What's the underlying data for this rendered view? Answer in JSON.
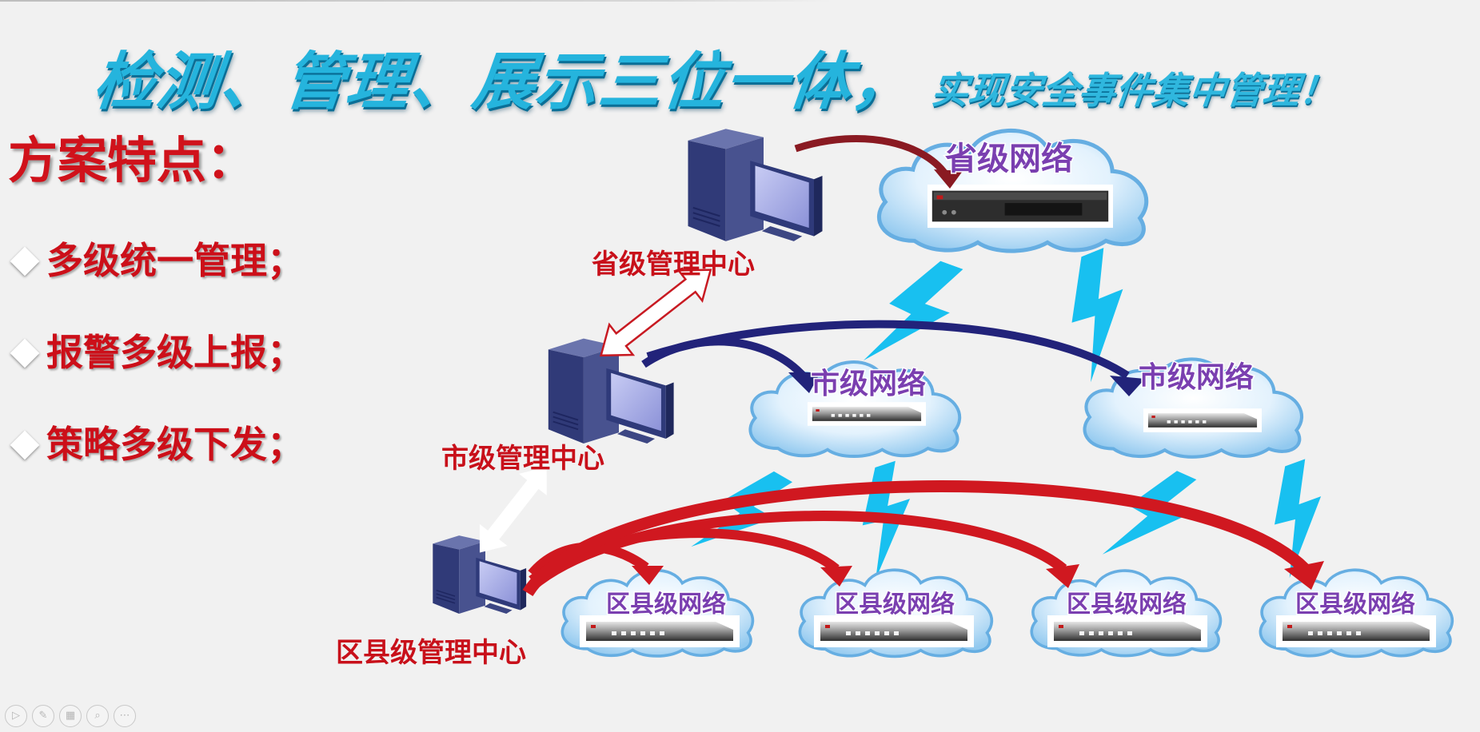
{
  "headline": {
    "main": "检测、管理、展示三位一体，",
    "sub": "实现安全事件集中管理！"
  },
  "features": {
    "title": "方案特点：",
    "items": [
      "多级统一管理；",
      "报警多级上报；",
      "策略多级下发；"
    ]
  },
  "diagram": {
    "centers": {
      "province": "省级管理中心",
      "city": "市级管理中心",
      "county": "区县级管理中心"
    },
    "networks": {
      "province": "省级网络",
      "city": [
        "市级网络",
        "市级网络"
      ],
      "county": [
        "区县级网络",
        "区县级网络",
        "区县级网络",
        "区县级网络"
      ]
    }
  },
  "colors": {
    "headline": "#25b4dd",
    "feature_text": "#cc0f19",
    "center_label": "#c8101a",
    "network_label": "#7a3fb0",
    "province_arrow": "#8a1a22",
    "city_arrow": "#22237a",
    "county_arrow": "#d01820",
    "lightning": "#18c0f0"
  },
  "toolbar": {
    "buttons": [
      {
        "icon": "play-icon",
        "glyph": "▷"
      },
      {
        "icon": "pen-icon",
        "glyph": "✎"
      },
      {
        "icon": "slides-icon",
        "glyph": "▦"
      },
      {
        "icon": "zoom-icon",
        "glyph": "⌕"
      },
      {
        "icon": "more-icon",
        "glyph": "⋯"
      }
    ]
  }
}
